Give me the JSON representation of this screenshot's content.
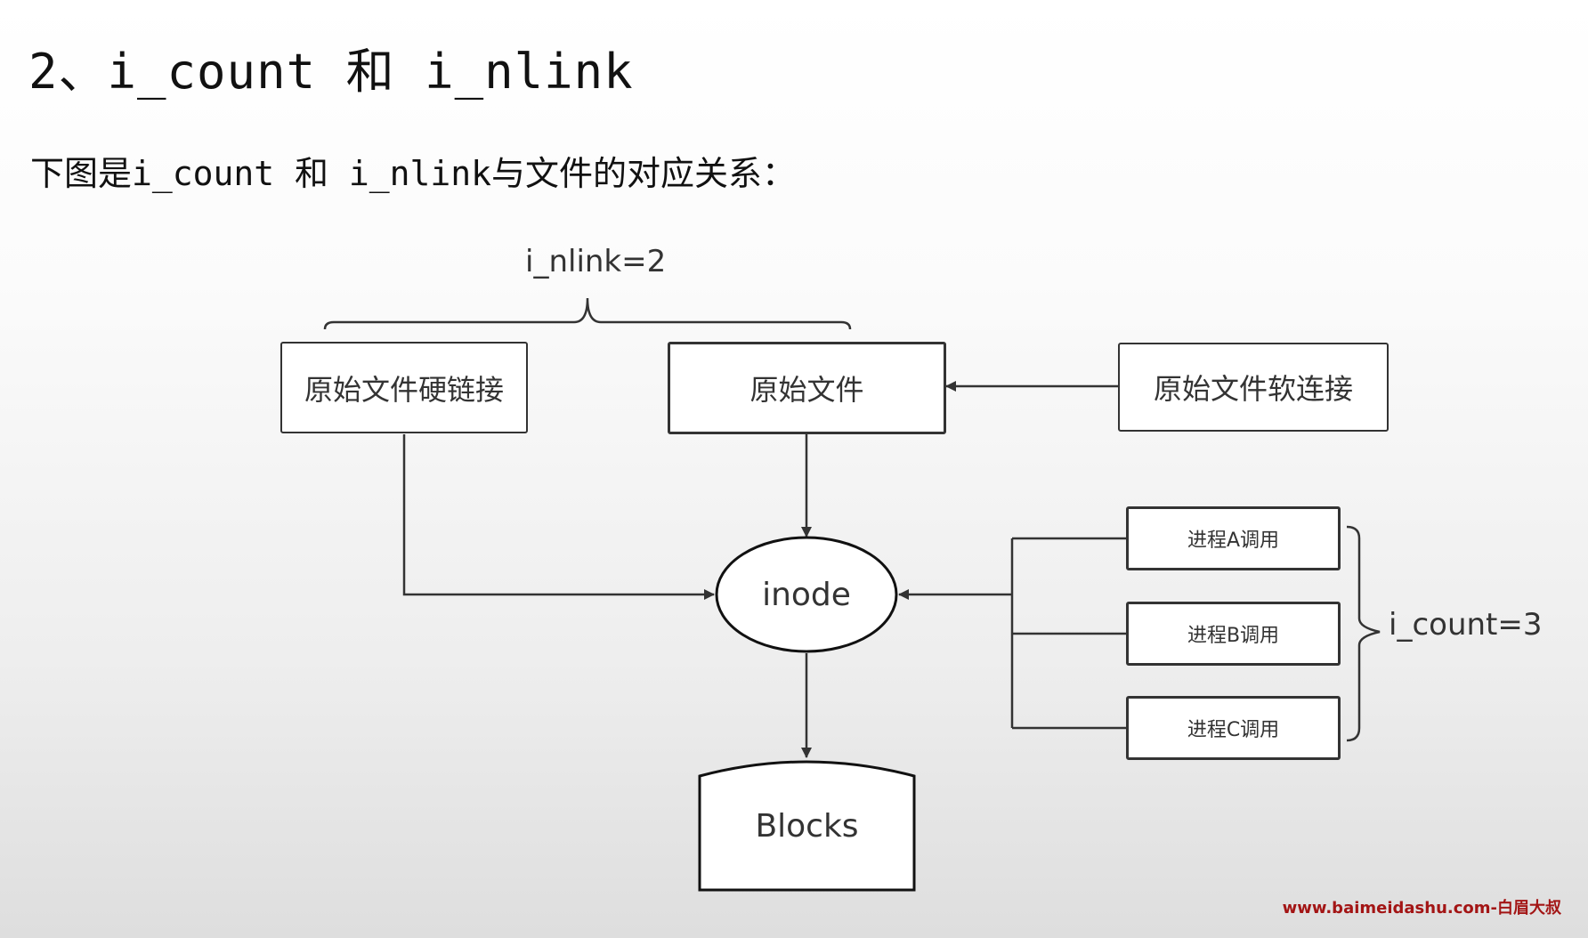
{
  "heading": "2、i_count 和 i_nlink",
  "subtitle": "下图是i_count 和 i_nlink与文件的对应关系：",
  "diagram": {
    "nodes": {
      "hard_link": "原始文件硬链接",
      "original_file": "原始文件",
      "soft_link": "原始文件软连接",
      "inode": "inode",
      "blocks": "Blocks",
      "process_a": "进程A调用",
      "process_b": "进程B调用",
      "process_c": "进程C调用"
    },
    "brace_labels": {
      "nlink": "i_nlink=2",
      "count": "i_count=3"
    }
  },
  "watermark": "www.baimeidashu.com-白眉大叔"
}
